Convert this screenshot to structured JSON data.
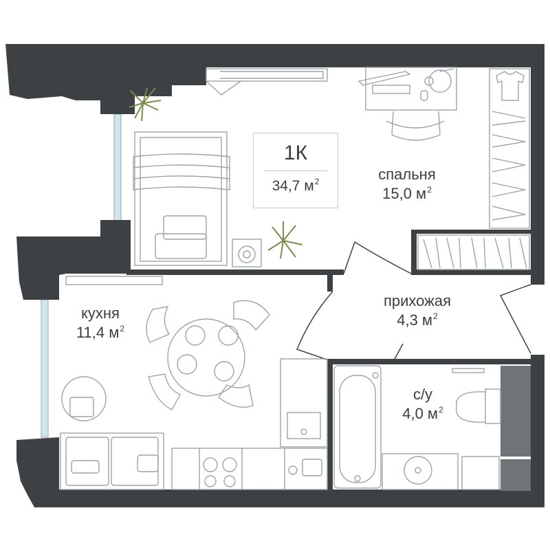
{
  "plan": {
    "apartment_type": "1К",
    "total_area": "34,7 м",
    "area_unit_power": "2",
    "rooms": [
      {
        "id": "bedroom",
        "name": "спальня",
        "area": "15,0 м"
      },
      {
        "id": "kitchen",
        "name": "кухня",
        "area": "11,4 м"
      },
      {
        "id": "hallway",
        "name": "прихожая",
        "area": "4,3 м"
      },
      {
        "id": "bathroom",
        "name": "с/у",
        "area": "4,0 м"
      }
    ]
  },
  "colors": {
    "walls": "#3d4143",
    "furniture_line": "#9ea3a5",
    "window": "#cfe6ec",
    "plant": "#7c8a4e",
    "text": "#3a3e40"
  }
}
